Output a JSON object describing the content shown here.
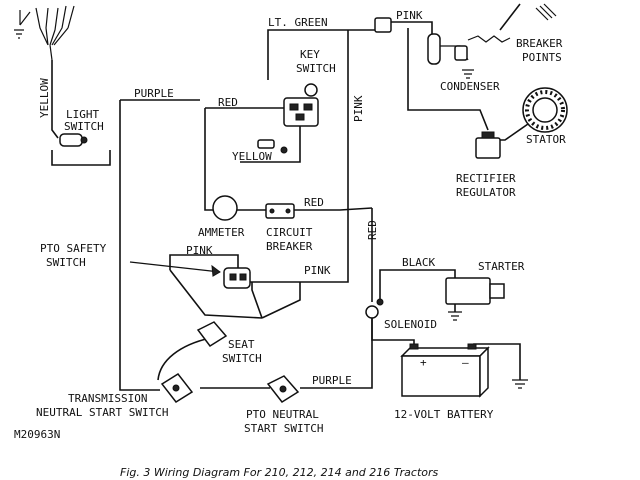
{
  "labels": {
    "lt_green": "LT. GREEN",
    "pink_top": "PINK",
    "yellow_left": "YELLOW",
    "light_switch_1": "LIGHT",
    "light_switch_2": "SWITCH",
    "purple_top": "PURPLE",
    "key_switch_1": "KEY",
    "key_switch_2": "SWITCH",
    "red_key": "RED",
    "yellow_key": "YELLOW",
    "pink_vertical": "PINK",
    "breaker_points_1": "BREAKER",
    "breaker_points_2": "POINTS",
    "condenser": "CONDENSER",
    "stator": "STATOR",
    "rectifier_1": "RECTIFIER",
    "rectifier_2": "REGULATOR",
    "red_middle": "RED",
    "ammeter": "AMMETER",
    "circuit_breaker_1": "CIRCUIT",
    "circuit_breaker_2": "BREAKER",
    "red_vertical": "RED",
    "pto_safety_1": "PTO SAFETY",
    "pto_safety_2": "SWITCH",
    "pink_pto": "PINK",
    "pink_lower": "PINK",
    "black": "BLACK",
    "starter": "STARTER",
    "solenoid": "SOLENOID",
    "seat_switch_1": "SEAT",
    "seat_switch_2": "SWITCH",
    "purple_bottom": "PURPLE",
    "transmission_1": "TRANSMISSION",
    "transmission_2": "NEUTRAL START SWITCH",
    "pto_neutral_1": "PTO NEUTRAL",
    "pto_neutral_2": "START SWITCH",
    "battery": "12-VOLT BATTERY",
    "battery_plus": "+",
    "battery_minus": "–",
    "figure_code": "M20963N",
    "caption": "Fig. 3 Wiring Diagram For 210, 212, 214 and 216 Tractors"
  }
}
